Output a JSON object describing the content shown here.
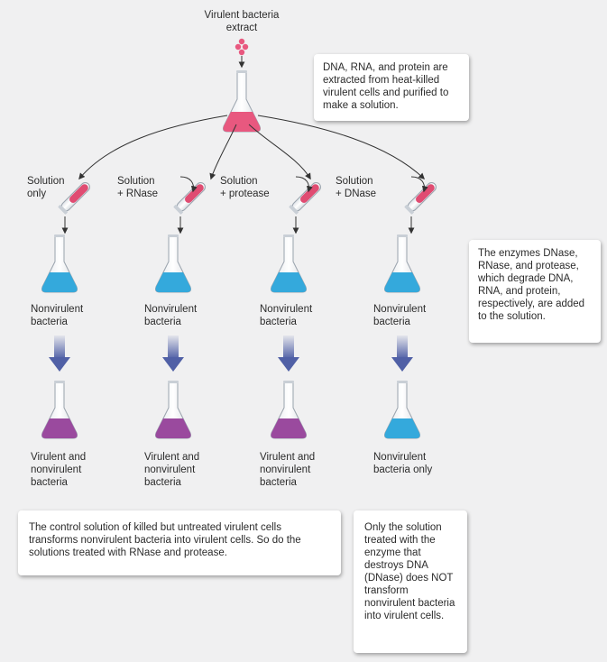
{
  "title": "Virulent bacteria\nextract",
  "notes": {
    "extraction": "DNA, RNA, and protein are extracted from heat-killed virulent cells and purified to make a solution.",
    "enzymes": "The enzymes DNase, RNase, and protease, which degrade DNA, RNA, and protein, respectively, are added to the solution.",
    "control": "The control solution of killed but untreated virulent cells transforms nonvirulent bacteria into virulent cells. So do the solutions treated with RNase and protease.",
    "dnase": "Only the solution treated with the enzyme that destroys DNA (DNase) does NOT transform nonvirulent bacteria into virulent cells."
  },
  "columns": [
    {
      "treatment": "Solution\nonly",
      "before": "Nonvirulent\nbacteria",
      "after": "Virulent and\nnonvirulent\nbacteria",
      "after_state": "virulent"
    },
    {
      "treatment": "Solution\n+ RNase",
      "before": "Nonvirulent\nbacteria",
      "after": "Virulent and\nnonvirulent\nbacteria",
      "after_state": "virulent"
    },
    {
      "treatment": "Solution\n+ protease",
      "before": "Nonvirulent\nbacteria",
      "after": "Virulent and\nnonvirulent\nbacteria",
      "after_state": "virulent"
    },
    {
      "treatment": "Solution\n+ DNase",
      "before": "Nonvirulent\nbacteria",
      "after": "Nonvirulent\nbacteria only",
      "after_state": "nonvirulent"
    }
  ],
  "colors": {
    "extract": "#e8587f",
    "nonvirulent": "#34a9dc",
    "virulent": "#9a4a9e",
    "arrow": "#5060a6",
    "tube": "#e04c72"
  }
}
